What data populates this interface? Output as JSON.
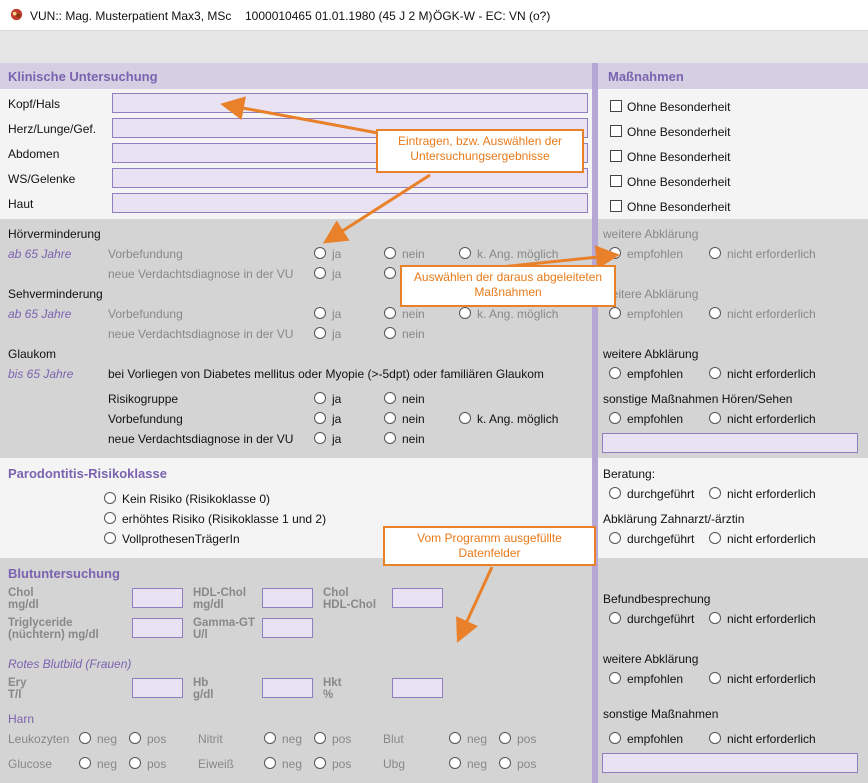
{
  "window": {
    "title": "VUN:: Mag. Musterpatient Max3, MSc",
    "patient_id": "1000010465 01.01.1980 (45 J 2 M)",
    "insurance": "ÖGK-W - EC: VN (o?)"
  },
  "klinisch": {
    "title": "Klinische Untersuchung",
    "fields": [
      "Kopf/Hals",
      "Herz/Lunge/Gef.",
      "Abdomen",
      "WS/Gelenke",
      "Haut"
    ]
  },
  "massnahmen": {
    "title": "Maßnahmen",
    "checkbox_label": "Ohne Besonderheit",
    "weitere": "weitere Abklärung",
    "empfohlen": "empfohlen",
    "nicht": "nicht erforderlich",
    "sonstige_hs": "sonstige Maßnahmen Hören/Sehen",
    "beratung": "Beratung:",
    "durchgefuehrt": "durchgeführt",
    "zahnarzt": "Abklärung Zahnarzt/-ärztin",
    "befund": "Befundbesprechung",
    "sonstige": "sonstige Maßnahmen"
  },
  "hoer": {
    "title": "Hörverminderung",
    "age": "ab 65 Jahre",
    "vorbefundung": "Vorbefundung",
    "verdacht": "neue Verdachtsdiagnose in der VU",
    "ja": "ja",
    "nein": "nein",
    "kang": "k. Ang. möglich"
  },
  "seh": {
    "title": "Sehverminderung",
    "age": "ab 65 Jahre"
  },
  "glaukom": {
    "title": "Glaukom",
    "age": "bis 65 Jahre",
    "desc": "bei Vorliegen von Diabetes mellitus oder Myopie (>-5dpt) oder familiären Glaukom",
    "risiko": "Risikogruppe"
  },
  "paro": {
    "title": "Parodontitis-Risikoklasse",
    "options": [
      "Kein Risiko (Risikoklasse 0)",
      "erhöhtes Risiko (Risikoklasse 1 und 2)",
      "VollprothesenTrägerIn"
    ]
  },
  "blut": {
    "title": "Blutuntersuchung",
    "chol_1": "Chol",
    "chol_2": "mg/dl",
    "hdl_1": "HDL-Chol",
    "hdl_2": "mg/dl",
    "cq_1": "Chol",
    "cq_2": "HDL-Chol",
    "tri_1": "Triglyceride",
    "tri_2": "(nüchtern) mg/dl",
    "ggt_1": "Gamma-GT",
    "ggt_2": "U/l",
    "rotes": "Rotes Blutbild (Frauen)",
    "ery_1": "Ery",
    "ery_2": "T/l",
    "hb_1": "Hb",
    "hb_2": "g/dl",
    "hkt_1": "Hkt",
    "hkt_2": "%",
    "harn": "Harn",
    "leuko": "Leukozyten",
    "nitrit": "Nitrit",
    "blut": "Blut",
    "glucose": "Glucose",
    "eiweiss": "Eiweiß",
    "ubg": "Ubg",
    "neg": "neg",
    "pos": "pos"
  },
  "callouts": {
    "eintragen": "Eintragen, bzw. Auswählen der Untersuchungsergebnisse",
    "auswaehlen": "Auswählen der daraus abgeleiteten Maßnahmen",
    "programm": "Vom Programm ausgefüllte Datenfelder"
  },
  "colors": {
    "accent": "#7b63b0",
    "callout": "#e8812a",
    "field": "#e8e2f3"
  }
}
